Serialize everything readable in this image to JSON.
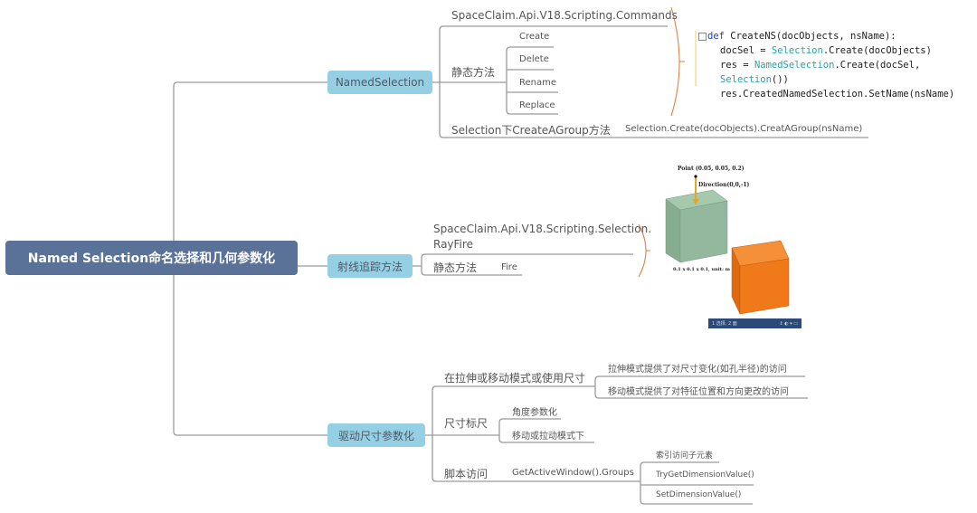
{
  "root": {
    "label": "Named Selection命名选择和几何参数化"
  },
  "branches": {
    "named_selection": {
      "label": "NamedSelection",
      "namespace": "SpaceClaim.Api.V18.Scripting.Commands",
      "static_methods_label": "静态方法",
      "static_methods": [
        "Create",
        "Delete",
        "Rename",
        "Replace"
      ],
      "group_method_label": "Selection下CreateAGroup方法",
      "group_method_code": "Selection.Create(docObjects).CreatAGroup(nsName)",
      "code_snippet": {
        "line1_kw": "def",
        "line1_rest": " CreateNS(docObjects, nsName):",
        "line2_a": "docSel = ",
        "line2_cls": "Selection",
        "line2_b": ".Create(docObjects)",
        "line3_a": "res = ",
        "line3_cls": "NamedSelection",
        "line3_b": ".Create(docSel, ",
        "line3_cls2": "Selection",
        "line3_c": "())",
        "line4": "res.CreatedNamedSelection.SetName(nsName)"
      }
    },
    "ray_fire": {
      "label": "射线追踪方法",
      "namespace": "SpaceClaim.Api.V18.Scripting.Selection.\nRayFire",
      "namespace_line1": "SpaceClaim.Api.V18.Scripting.Selection.",
      "namespace_line2": "RayFire",
      "static_methods_label": "静态方法",
      "static_methods": [
        "Fire"
      ],
      "illustration": {
        "point_label": "Point (0.05, 0.05, 0.2)",
        "direction_label": "Direction(0,0,-1)",
        "size_label": "0.1 x 0.1 x 0.1, unit: m",
        "green_cube_color": "#8fb89a",
        "orange_cube_color": "#f07a1a",
        "status_text": "1 选择, 2 面"
      }
    },
    "dimension_param": {
      "label": "驱动尺寸参数化",
      "children": [
        {
          "label": "在拉伸或移动模式或使用尺寸",
          "children": [
            "拉伸模式提供了对尺寸变化(如孔半径)的访问",
            "移动模式提供了对特征位置和方向更改的访问"
          ]
        },
        {
          "label": "尺寸标尺",
          "children": [
            "角度参数化",
            "移动或拉动模式下"
          ]
        },
        {
          "label": "脚本访问",
          "groups_label": "GetActiveWindow().Groups",
          "children": [
            "索引访问子元素",
            "TryGetDimensionValue()",
            "SetDimensionValue()"
          ]
        }
      ]
    }
  },
  "colors": {
    "root_bg": "#5a7198",
    "node_bg": "#94cfe3",
    "line": "#999999",
    "bracket": "#d9824a"
  }
}
